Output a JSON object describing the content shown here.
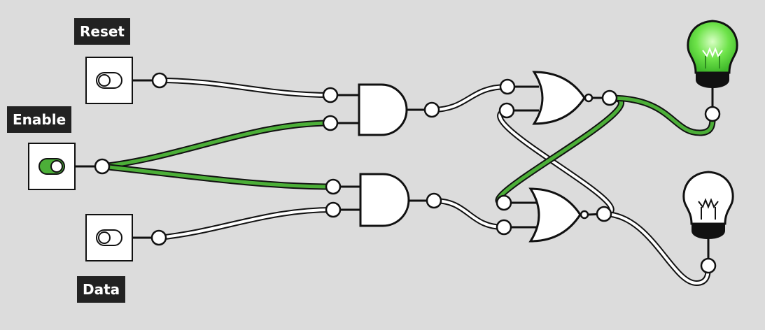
{
  "inputs": {
    "reset": {
      "label": "Reset",
      "state": "off"
    },
    "enable": {
      "label": "Enable",
      "state": "on"
    },
    "data": {
      "label": "Data",
      "state": "off"
    }
  },
  "gates": {
    "and_top": "AND",
    "and_bottom": "AND",
    "nor_top": "NOR",
    "nor_bottom": "NOR"
  },
  "outputs": {
    "lamp_top": {
      "state": "on"
    },
    "lamp_bottom": {
      "state": "off"
    }
  },
  "colors": {
    "background": "#dcdcdc",
    "wire_active": "#4caf38",
    "wire_inactive": "#ffffff",
    "outline": "#111111",
    "label_bg": "#222222",
    "label_text": "#ffffff",
    "lamp_on": "#55dd33"
  }
}
